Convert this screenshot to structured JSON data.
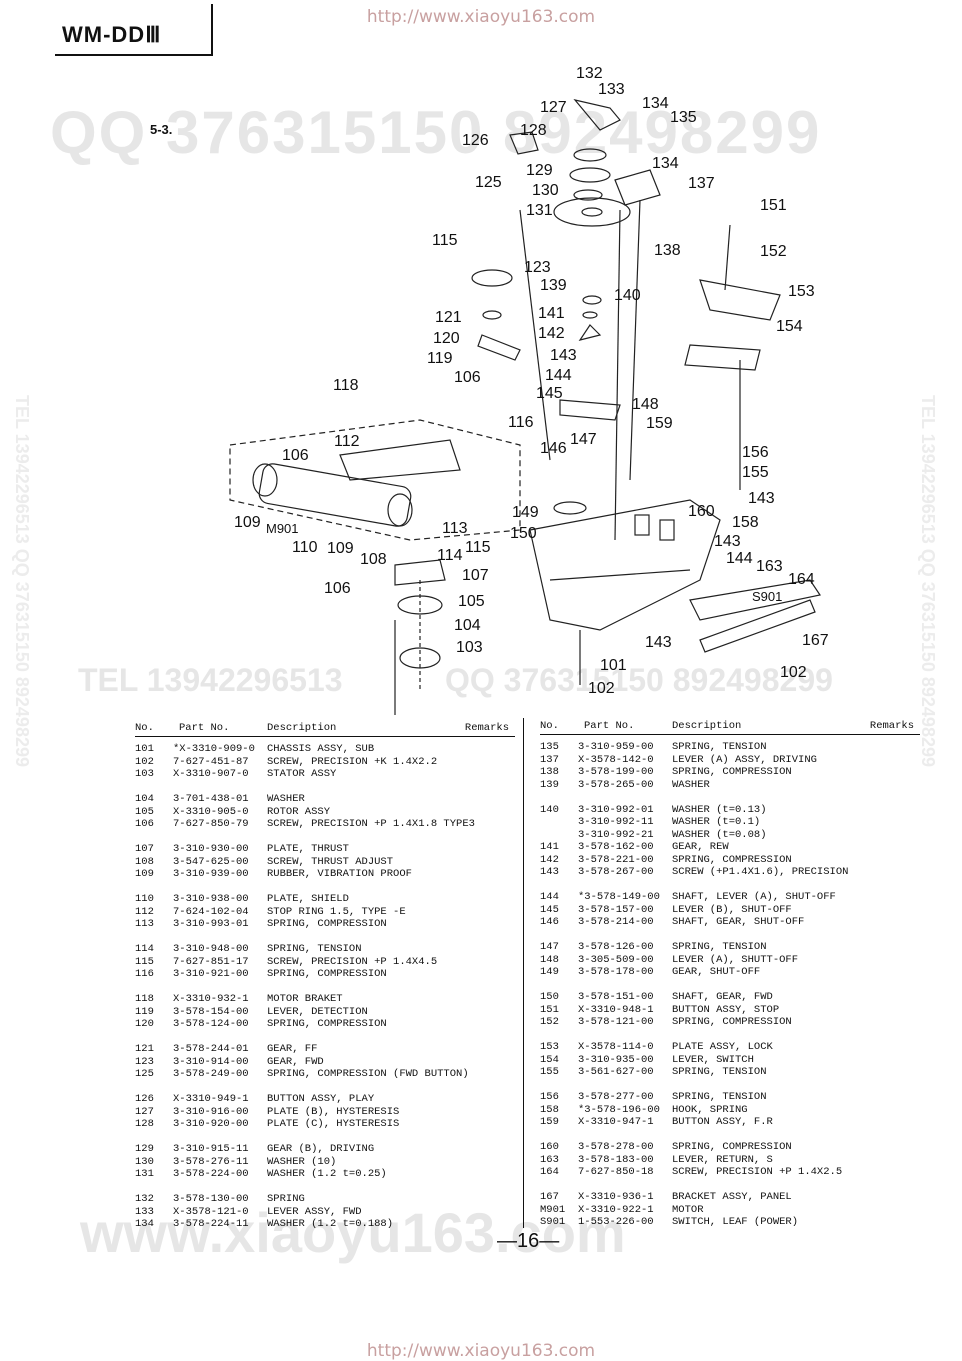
{
  "header": {
    "model": "WM-DDⅢ",
    "section": "5-3.",
    "url_top": "http://www.xiaoyu163.com",
    "url_bottom": "http://www.xiaoyu163.com"
  },
  "watermarks": {
    "qq_top": "QQ 376315150 892498299",
    "tel_mid": "TEL 13942296513",
    "qq_mid": "QQ 376315150 892498299",
    "bottom": "www.xiaoyu163.com",
    "side_left": "TEL 13942296513 QQ 376315150 892498299",
    "side_right": "TEL 13942296513 QQ 376315150 892498299"
  },
  "diagram": {
    "labels": [
      "132",
      "133",
      "134",
      "127",
      "135",
      "128",
      "126",
      "134",
      "129",
      "125",
      "130",
      "137",
      "131",
      "151",
      "138",
      "152",
      "115",
      "123",
      "139",
      "140",
      "153",
      "141",
      "121",
      "142",
      "154",
      "120",
      "119",
      "143",
      "106",
      "144",
      "118",
      "145",
      "148",
      "116",
      "159",
      "112",
      "147",
      "106",
      "146",
      "156",
      "155",
      "143",
      "149",
      "160",
      "158",
      "109",
      "113",
      "143",
      "150",
      "115",
      "144",
      "163",
      "110",
      "109",
      "114",
      "108",
      "164",
      "107",
      "106",
      "105",
      "167",
      "104",
      "143",
      "103",
      "101",
      "102",
      "102"
    ],
    "sublabels": [
      "M901",
      "S901"
    ]
  },
  "table": {
    "headers": {
      "no": "No.",
      "part": "Part No.",
      "desc": "Description",
      "remarks": "Remarks"
    },
    "left": [
      [
        [
          "101",
          "*X-3310-909-0",
          "CHASSIS ASSY, SUB"
        ],
        [
          "102",
          "7-627-451-87",
          "SCREW, PRECISION +K 1.4X2.2"
        ],
        [
          "103",
          "X-3310-907-0",
          "STATOR ASSY"
        ]
      ],
      [
        [
          "104",
          "3-701-438-01",
          "WASHER"
        ],
        [
          "105",
          "X-3310-905-0",
          "ROTOR ASSY"
        ],
        [
          "106",
          "7-627-850-79",
          "SCREW, PRECISION +P 1.4X1.8 TYPE3"
        ]
      ],
      [
        [
          "107",
          "3-310-930-00",
          "PLATE, THRUST"
        ],
        [
          "108",
          "3-547-625-00",
          "SCREW, THRUST ADJUST"
        ],
        [
          "109",
          "3-310-939-00",
          "RUBBER, VIBRATION PROOF"
        ]
      ],
      [
        [
          "110",
          "3-310-938-00",
          "PLATE, SHIELD"
        ],
        [
          "112",
          "7-624-102-04",
          "STOP RING 1.5, TYPE -E"
        ],
        [
          "113",
          "3-310-993-01",
          "SPRING, COMPRESSION"
        ]
      ],
      [
        [
          "114",
          "3-310-948-00",
          "SPRING, TENSION"
        ],
        [
          "115",
          "7-627-851-17",
          "SCREW, PRECISION +P 1.4X4.5"
        ],
        [
          "116",
          "3-310-921-00",
          "SPRING, COMPRESSION"
        ]
      ],
      [
        [
          "118",
          "X-3310-932-1",
          "MOTOR BRAKET"
        ],
        [
          "119",
          "3-578-154-00",
          "LEVER, DETECTION"
        ],
        [
          "120",
          "3-578-124-00",
          "SPRING, COMPRESSION"
        ]
      ],
      [
        [
          "121",
          "3-578-244-01",
          "GEAR, FF"
        ],
        [
          "123",
          "3-310-914-00",
          "GEAR, FWD"
        ],
        [
          "125",
          "3-578-249-00",
          "SPRING, COMPRESSION (FWD BUTTON)"
        ]
      ],
      [
        [
          "126",
          "X-3310-949-1",
          "BUTTON ASSY, PLAY"
        ],
        [
          "127",
          "3-310-916-00",
          "PLATE (B), HYSTERESIS"
        ],
        [
          "128",
          "3-310-920-00",
          "PLATE (C), HYSTERESIS"
        ]
      ],
      [
        [
          "129",
          "3-310-915-11",
          "GEAR (B), DRIVING"
        ],
        [
          "130",
          "3-578-276-11",
          "WASHER (10)"
        ],
        [
          "131",
          "3-578-224-00",
          "WASHER (1.2 t=0.25)"
        ]
      ],
      [
        [
          "132",
          "3-578-130-00",
          "SPRING"
        ],
        [
          "133",
          "X-3578-121-0",
          "LEVER ASSY, FWD"
        ],
        [
          "134",
          "3-578-224-11",
          "WASHER (1.2 t=0.188)"
        ]
      ]
    ],
    "right": [
      [
        [
          "135",
          "3-310-959-00",
          "SPRING, TENSION"
        ],
        [
          "137",
          "X-3578-142-0",
          "LEVER (A) ASSY, DRIVING"
        ],
        [
          "138",
          "3-578-199-00",
          "SPRING, COMPRESSION"
        ],
        [
          "139",
          "3-578-265-00",
          "WASHER"
        ]
      ],
      [
        [
          "140",
          "3-310-992-01",
          "WASHER (t=0.13)"
        ],
        [
          "",
          "3-310-992-11",
          "WASHER (t=0.1)"
        ],
        [
          "",
          "3-310-992-21",
          "WASHER (t=0.08)"
        ],
        [
          "141",
          "3-578-162-00",
          "GEAR, REW"
        ],
        [
          "142",
          "3-578-221-00",
          "SPRING, COMPRESSION"
        ],
        [
          "143",
          "3-578-267-00",
          "SCREW (+P1.4X1.6), PRECISION"
        ]
      ],
      [
        [
          "144",
          "*3-578-149-00",
          "SHAFT, LEVER (A), SHUT-OFF"
        ],
        [
          "145",
          "3-578-157-00",
          "LEVER (B), SHUT-OFF"
        ],
        [
          "146",
          "3-578-214-00",
          "SHAFT, GEAR, SHUT-OFF"
        ]
      ],
      [
        [
          "147",
          "3-578-126-00",
          "SPRING, TENSION"
        ],
        [
          "148",
          "3-305-509-00",
          "LEVER (A), SHUTT-OFF"
        ],
        [
          "149",
          "3-578-178-00",
          "GEAR, SHUT-OFF"
        ]
      ],
      [
        [
          "150",
          "3-578-151-00",
          "SHAFT, GEAR, FWD"
        ],
        [
          "151",
          "X-3310-948-1",
          "BUTTON ASSY, STOP"
        ],
        [
          "152",
          "3-578-121-00",
          "SPRING, COMPRESSION"
        ]
      ],
      [
        [
          "153",
          "X-3578-114-0",
          "PLATE ASSY, LOCK"
        ],
        [
          "154",
          "3-310-935-00",
          "LEVER, SWITCH"
        ],
        [
          "155",
          "3-561-627-00",
          "SPRING, TENSION"
        ]
      ],
      [
        [
          "156",
          "3-578-277-00",
          "SPRING, TENSION"
        ],
        [
          "158",
          "*3-578-196-00",
          "HOOK, SPRING"
        ],
        [
          "159",
          "X-3310-947-1",
          "BUTTON ASSY, F.R"
        ]
      ],
      [
        [
          "160",
          "3-578-278-00",
          "SPRING, COMPRESSION"
        ],
        [
          "163",
          "3-578-183-00",
          "LEVER, RETURN, S"
        ],
        [
          "164",
          "7-627-850-18",
          "SCREW, PRECISION +P 1.4X2.5"
        ]
      ],
      [
        [
          "167",
          "X-3310-936-1",
          "BRACKET ASSY, PANEL"
        ],
        [
          "M901",
          "X-3310-922-1",
          "MOTOR"
        ],
        [
          "S901",
          "1-553-226-00",
          "SWITCH, LEAF (POWER)"
        ]
      ]
    ]
  },
  "footer": {
    "page": "—16—"
  }
}
